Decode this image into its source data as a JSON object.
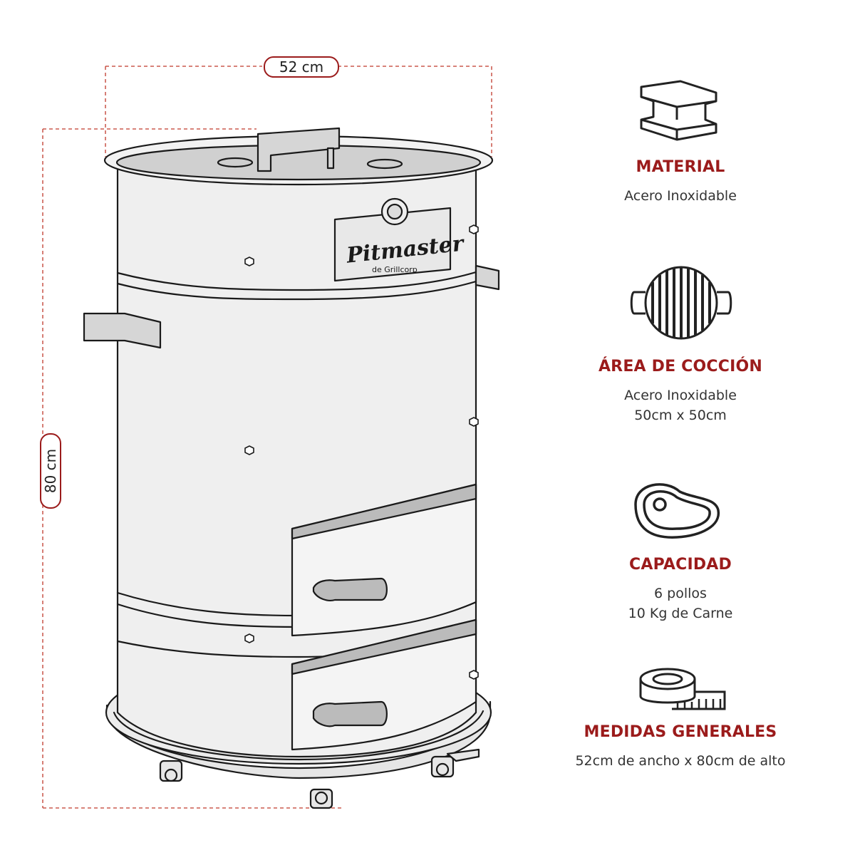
{
  "dimensions": {
    "width_label": "52 cm",
    "height_label": "80 cm"
  },
  "product": {
    "brand": "Pitmaster",
    "sub_brand": "de Grillcorp"
  },
  "specs": [
    {
      "icon": "steel-beam-icon",
      "title": "MATERIAL",
      "lines": [
        "Acero Inoxidable"
      ]
    },
    {
      "icon": "grill-grate-icon",
      "title": "ÁREA DE COCCIÓN",
      "lines": [
        "Acero Inoxidable",
        "50cm x 50cm"
      ]
    },
    {
      "icon": "steak-icon",
      "title": "CAPACIDAD",
      "lines": [
        "6 pollos",
        "10 Kg de Carne"
      ]
    },
    {
      "icon": "measuring-tape-icon",
      "title": "MEDIDAS GENERALES",
      "lines": [
        "52cm de ancho x 80cm de alto"
      ]
    }
  ],
  "colors": {
    "accent": "#9b1b1b",
    "drum_fill": "#eeeeee",
    "outline": "#1a1a1a"
  }
}
